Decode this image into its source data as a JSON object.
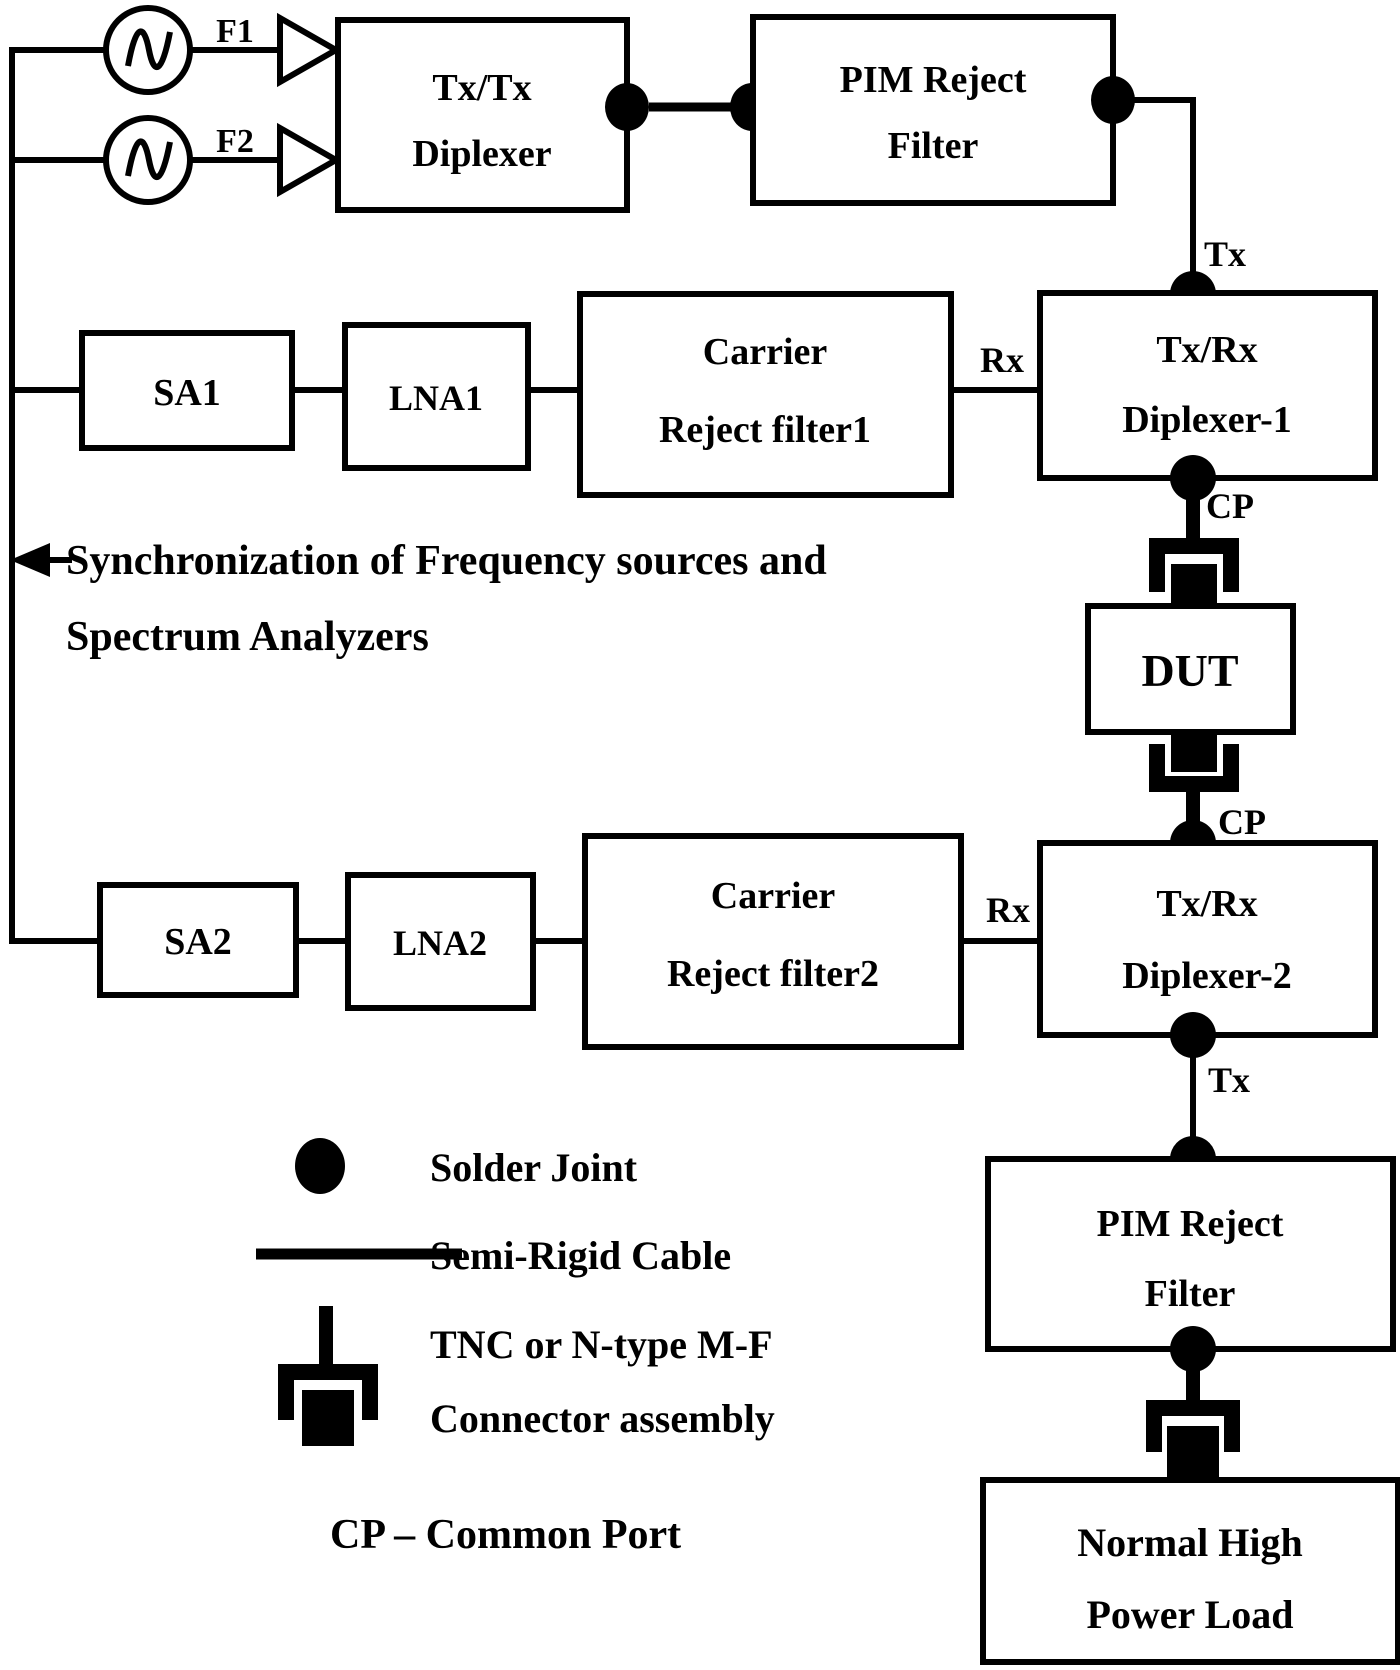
{
  "diagram": {
    "colors": {
      "ink": "#000000",
      "background": "#ffffff"
    },
    "sources": {
      "f1": "F1",
      "f2": "F2"
    },
    "blocks": {
      "tx_tx_diplexer": {
        "line1": "Tx/Tx",
        "line2": "Diplexer"
      },
      "pim_reject_filter_top": {
        "line1": "PIM Reject",
        "line2": "Filter"
      },
      "sa1": "SA1",
      "lna1": "LNA1",
      "carrier_reject_filter1": {
        "line1": "Carrier",
        "line2": "Reject filter1"
      },
      "tx_rx_diplexer1": {
        "line1": "Tx/Rx",
        "line2": "Diplexer-1"
      },
      "dut": "DUT",
      "sa2": "SA2",
      "lna2": "LNA2",
      "carrier_reject_filter2": {
        "line1": "Carrier",
        "line2": "Reject filter2"
      },
      "tx_rx_diplexer2": {
        "line1": "Tx/Rx",
        "line2": "Diplexer-2"
      },
      "pim_reject_filter_bottom": {
        "line1": "PIM Reject",
        "line2": "Filter"
      },
      "normal_high_power_load": {
        "line1": "Normal High",
        "line2": "Power Load"
      }
    },
    "ports": {
      "tx_top": "Tx",
      "rx1": "Rx",
      "cp1": "CP",
      "cp2": "CP",
      "rx2": "Rx",
      "tx_bottom": "Tx"
    },
    "sync_note": {
      "line1": "Synchronization of Frequency sources and",
      "line2": "Spectrum Analyzers"
    },
    "legend": {
      "solder_joint": "Solder Joint",
      "semi_rigid_cable": "Semi-Rigid Cable",
      "connector_line1": "TNC or N-type M-F",
      "connector_line2": "Connector assembly",
      "cp_note": "CP – Common Port"
    }
  }
}
